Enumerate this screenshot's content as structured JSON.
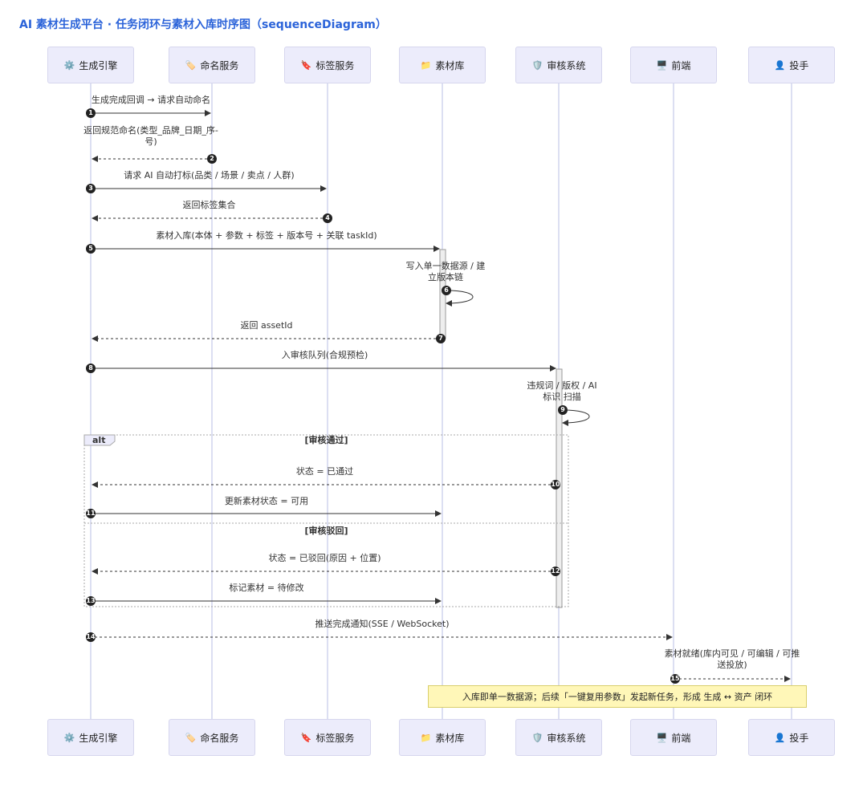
{
  "title": "AI 素材生成平台 · 任务闭环与素材入库时序图（sequenceDiagram）",
  "actors": [
    {
      "name": "生成引擎",
      "icon": "⚙️"
    },
    {
      "name": "命名服务",
      "icon": "🏷️"
    },
    {
      "name": "标签服务",
      "icon": "🔖"
    },
    {
      "name": "素材库",
      "icon": "📁"
    },
    {
      "name": "审核系统",
      "icon": "🛡️"
    },
    {
      "name": "前端",
      "icon": "🖥️"
    },
    {
      "name": "投手",
      "icon": "👤"
    }
  ],
  "messages": [
    {
      "n": "1",
      "text": "生成完成回调 → 请求自动命名"
    },
    {
      "n": "2",
      "text": "返回规范命名(类型_品牌_日期_序-号)"
    },
    {
      "n": "3",
      "text": "请求 AI 自动打标(品类 / 场景 / 卖点 / 人群)"
    },
    {
      "n": "4",
      "text": "返回标签集合"
    },
    {
      "n": "5",
      "text": "素材入库(本体 + 参数 + 标签 + 版本号 + 关联 taskId)"
    },
    {
      "n": "6",
      "text": "写入单一数据源 / 建立版本链"
    },
    {
      "n": "7",
      "text": "返回 assetId"
    },
    {
      "n": "8",
      "text": "入审核队列(合规预检)"
    },
    {
      "n": "9",
      "text": "违规词 / 版权 / AI 标识 扫描"
    },
    {
      "n": "10",
      "text": "状态 = 已通过"
    },
    {
      "n": "11",
      "text": "更新素材状态 = 可用"
    },
    {
      "n": "12",
      "text": "状态 = 已驳回(原因 + 位置)"
    },
    {
      "n": "13",
      "text": "标记素材 = 待修改"
    },
    {
      "n": "14",
      "text": "推送完成通知(SSE / WebSocket)"
    },
    {
      "n": "15",
      "text": "素材就绪(库内可见 / 可编辑 / 可推送投放)"
    }
  ],
  "alt": {
    "keyword": "alt",
    "cond1": "[审核通过]",
    "cond2": "[审核驳回]"
  },
  "note": "入库即单一数据源；后续「一键复用参数」发起新任务，形成 生成 ↔ 资产 闭环"
}
